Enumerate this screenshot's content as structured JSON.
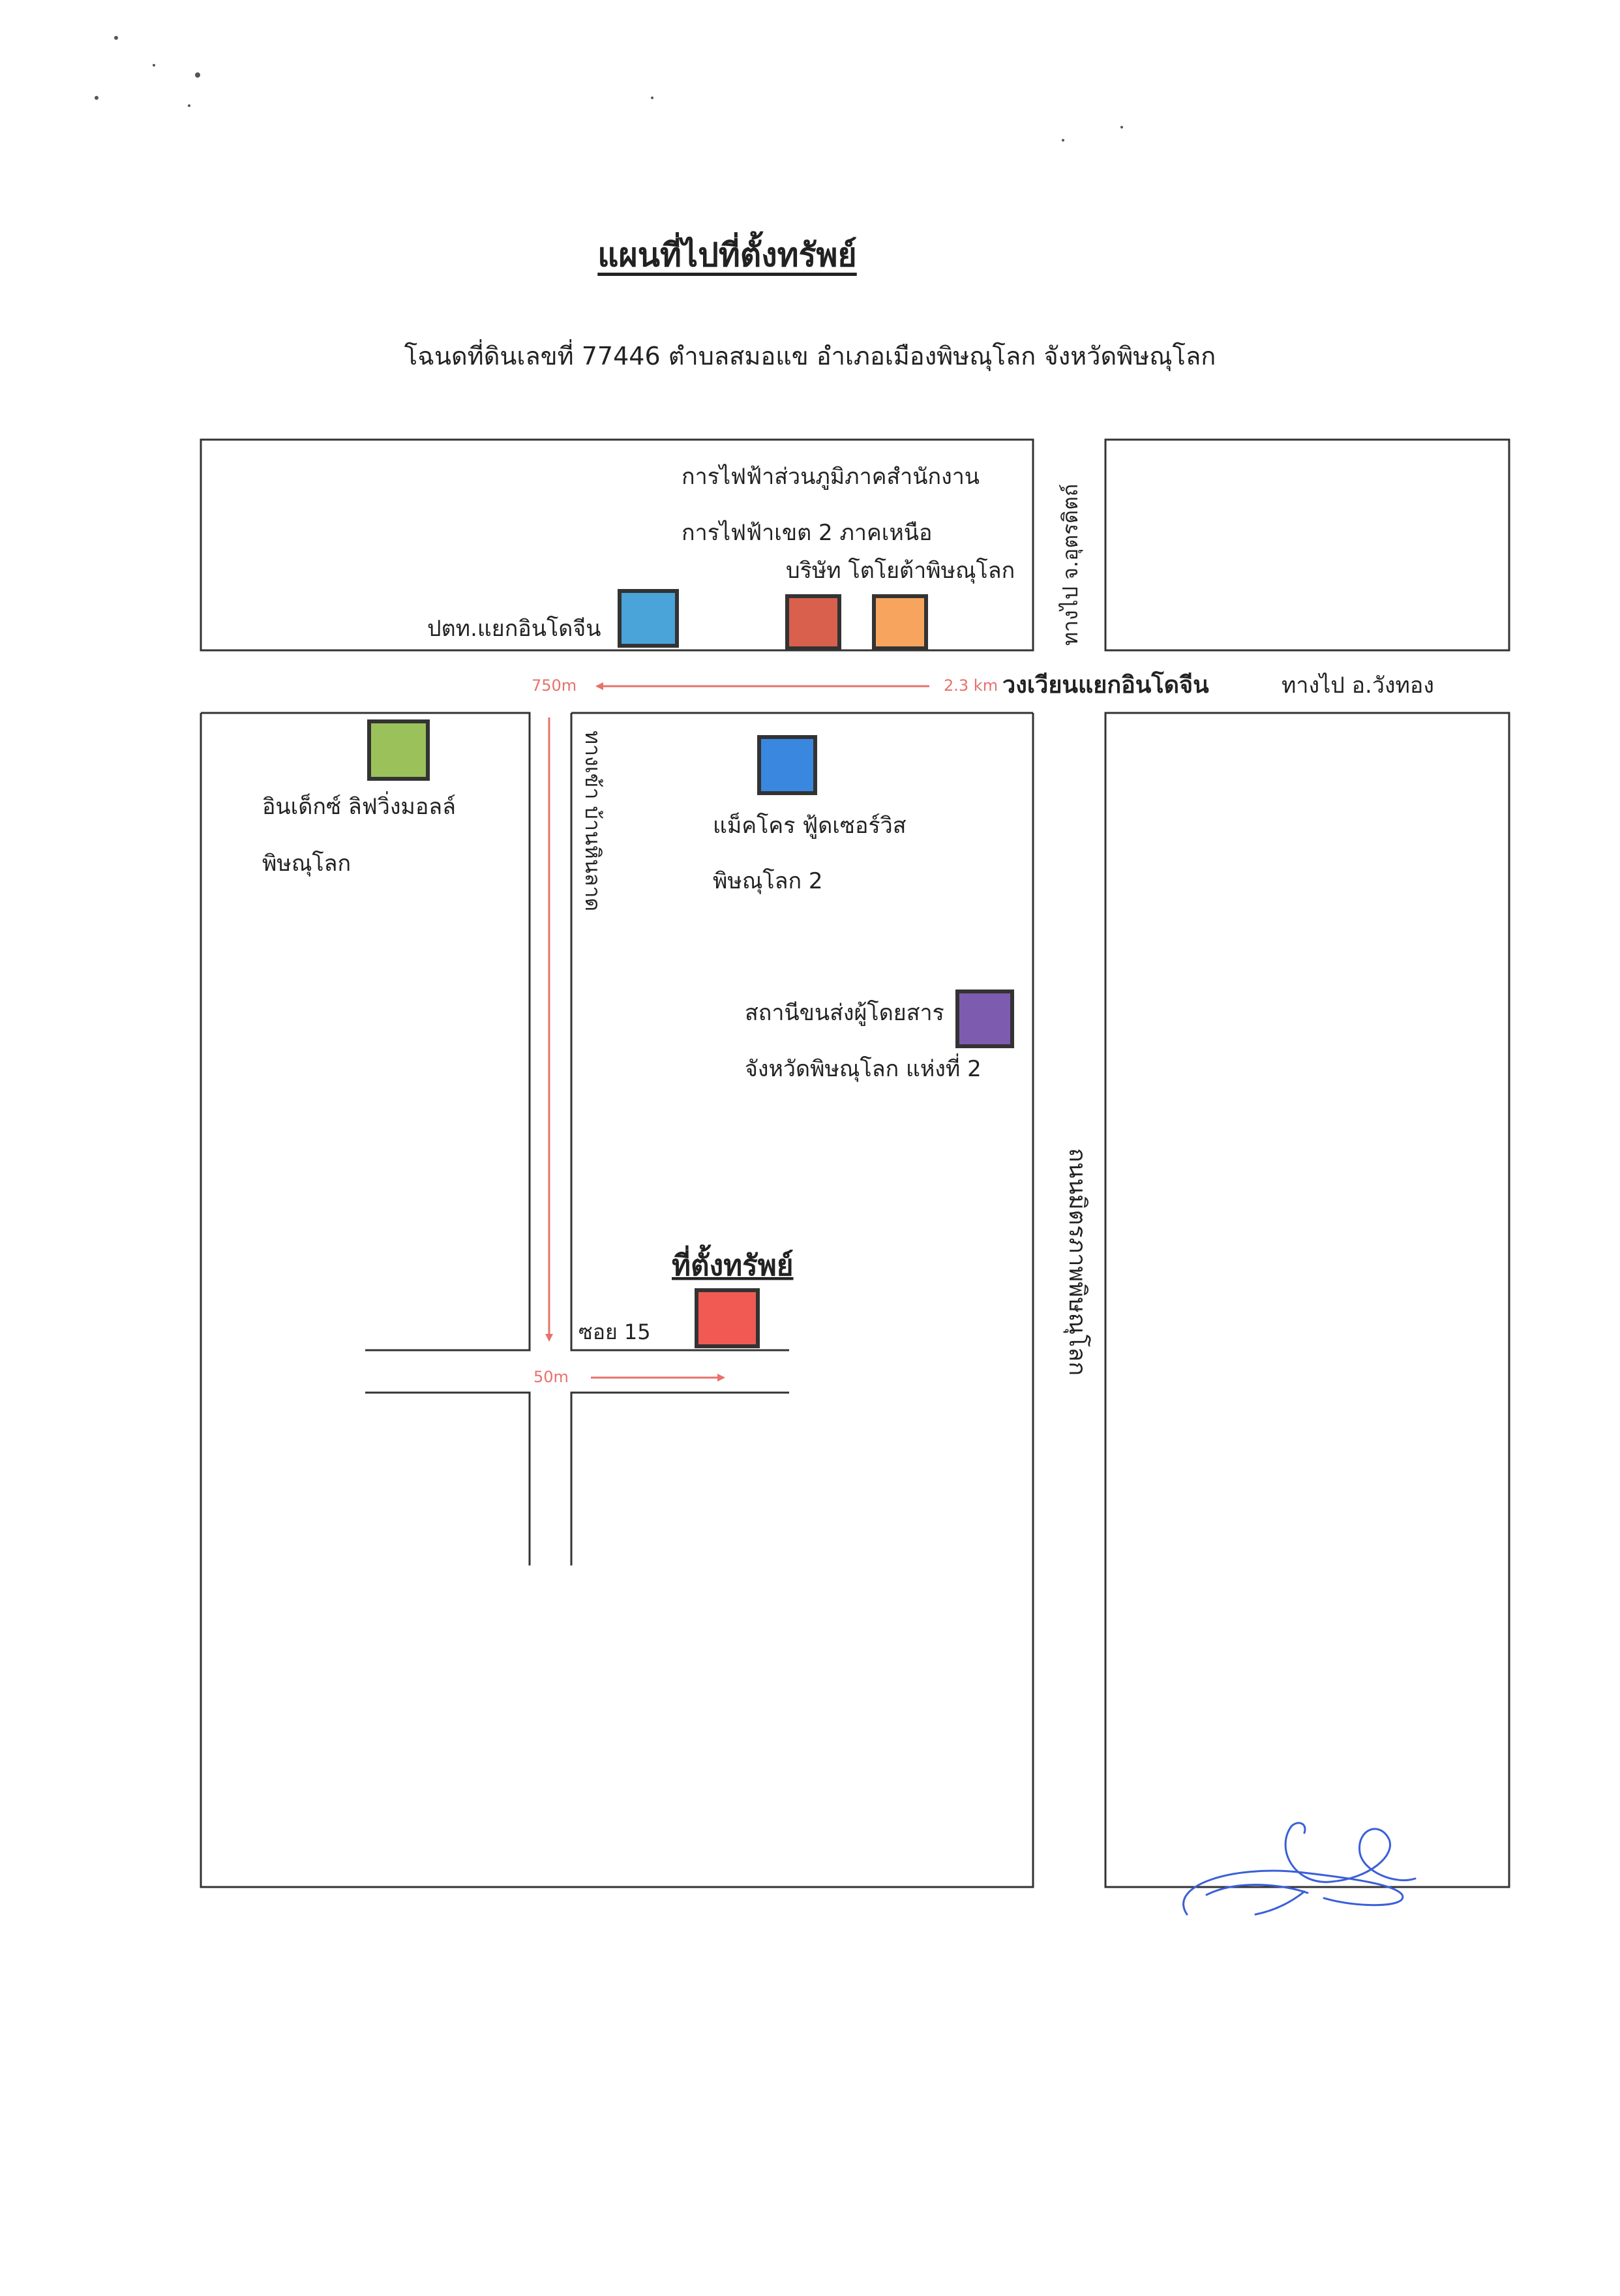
{
  "header": {
    "title": "แผนที่ไปที่ตั้งทรัพย์",
    "subtitle": "โฉนดที่ดินเลขที่ 77446 ตำบลสมอแข อำเภอเมืองพิษณุโลก จังหวัดพิษณุโลก"
  },
  "landmarks": {
    "pea_line1": "การไฟฟ้าส่วนภูมิภาคสำนักงาน",
    "pea_line2": "การไฟฟ้าเขต 2 ภาคเหนือ",
    "toyota": "บริษัท โตโยต้าพิษณุโลก",
    "ptt": "ปตท.แยกอินโดจีน",
    "index_line1": "อินเด็กซ์ ลิฟวิ่งมอลล์",
    "index_line2": "พิษณุโลก",
    "makro_line1": "แม็คโคร ฟู้ดเซอร์วิส",
    "makro_line2": "พิษณุโลก 2",
    "bus_line1": "สถานีขนส่งผู้โดยสาร",
    "bus_line2": "จังหวัดพิษณุโลก แห่งที่ 2",
    "property": "ที่ตั้งทรัพย์"
  },
  "roads": {
    "to_uttaradit": "ทางไป จ.อุตรดิตถ์",
    "circle": "วงเวียนแยกอินโดจีน",
    "to_wangthong": "ทางไป อ.วังทอง",
    "ban_khlong_road": "ทางเข้า บ้านหินลาด",
    "soi": "ซอย 15",
    "highway": "ถนนมิตรภาพพิษณุโลก"
  },
  "distances": {
    "d1": "750m",
    "d2": "2.3 km",
    "d3": "50m"
  },
  "colors": {
    "ptt": "#4aa3d9",
    "pea": "#d9604c",
    "toyota": "#f7a55e",
    "index": "#9bc25a",
    "makro": "#3a87e0",
    "bus": "#7d5cb0",
    "property": "#f05a52",
    "route": "#e8716b",
    "signature": "#3a5fd9"
  }
}
